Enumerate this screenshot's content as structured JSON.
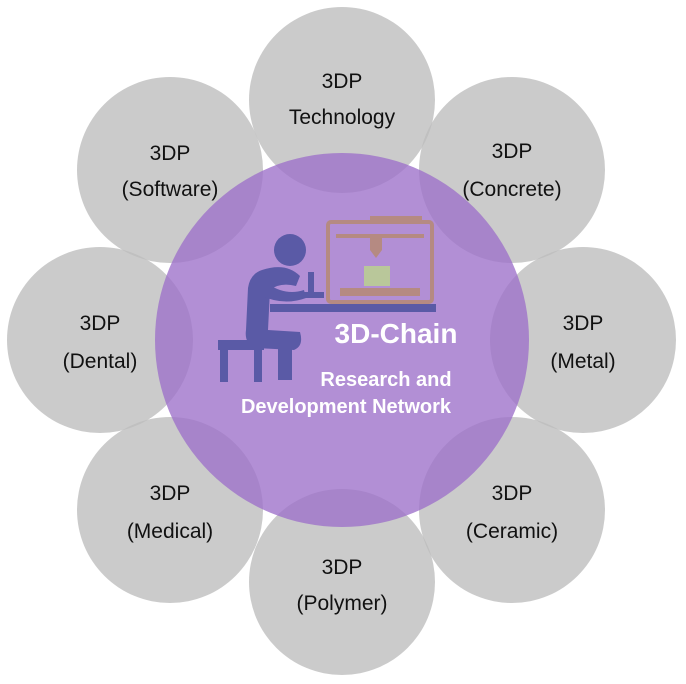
{
  "center": {
    "title": "3D-Chain",
    "subtitle_line1": "Research and",
    "subtitle_line2": "Development Network",
    "icon": "researcher-with-3d-printer-icon"
  },
  "nodes": [
    {
      "id": "technology",
      "line1": "3DP",
      "line2": "Technology"
    },
    {
      "id": "concrete",
      "line1": "3DP",
      "line2": "(Concrete)"
    },
    {
      "id": "metal",
      "line1": "3DP",
      "line2": "(Metal)"
    },
    {
      "id": "ceramic",
      "line1": "3DP",
      "line2": "(Ceramic)"
    },
    {
      "id": "polymer",
      "line1": "3DP",
      "line2": "(Polymer)"
    },
    {
      "id": "medical",
      "line1": "3DP",
      "line2": "(Medical)"
    },
    {
      "id": "dental",
      "line1": "3DP",
      "line2": "(Dental)"
    },
    {
      "id": "software",
      "line1": "3DP",
      "line2": "(Software)"
    }
  ],
  "colors": {
    "satellite": "#bdbdbd",
    "center": "#9c6fc9",
    "person": "#5a5aa6",
    "printer": "#b58a82"
  }
}
